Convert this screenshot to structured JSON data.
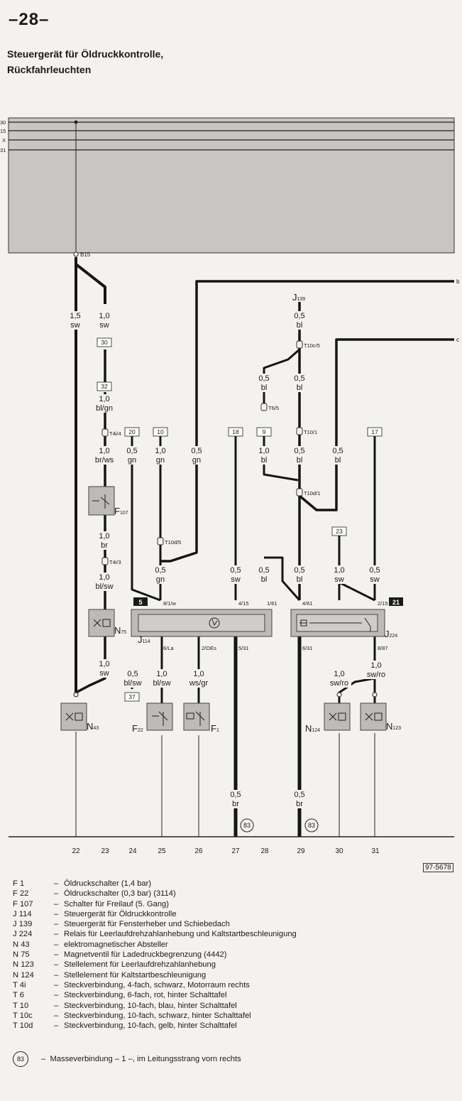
{
  "page_number": "–28–",
  "title": [
    "Steuergerät für Öldruckkontrolle,",
    "Rückfahrleuchten"
  ],
  "ref_code": "97-5678",
  "supply_labels": [
    "30",
    "15",
    "X",
    "31"
  ],
  "fuse_label": "B15",
  "edge_labels": [
    "b",
    "c"
  ],
  "grid_numbers": [
    "22",
    "23",
    "24",
    "25",
    "26",
    "27",
    "28",
    "29",
    "30",
    "31"
  ],
  "ground_marker": "83",
  "relay_numbers": [
    "5",
    "21"
  ],
  "legend": [
    {
      "code": "F 1",
      "text": "Öldruckschalter (1,4 bar)"
    },
    {
      "code": "F 22",
      "text": "Öldruckschalter (0,3 bar) (3114)"
    },
    {
      "code": "F 107",
      "text": "Schalter für Freilauf (5. Gang)"
    },
    {
      "code": "J 114",
      "text": "Steuergerät für Öldruckkontrolle"
    },
    {
      "code": "J 139",
      "text": "Steuergerät für Fensterheber und Schiebedach"
    },
    {
      "code": "J 224",
      "text": "Relais für Leerlaufdrehzahlanhebung und Kaltstartbeschleunigung"
    },
    {
      "code": "N 43",
      "text": "elektromagnetischer Absteller"
    },
    {
      "code": "N 75",
      "text": "Magnetventil für Ladedruckbegrenzung (4442)"
    },
    {
      "code": "N 123",
      "text": "Stellelement für Leerlaufdrehzahlanhebung"
    },
    {
      "code": "N 124",
      "text": "Stellelement für Kaltstartbeschleunigung"
    },
    {
      "code": "T 4i",
      "text": "Steckverbindung, 4-fach, schwarz, Motorraum rechts"
    },
    {
      "code": "T 6",
      "text": "Steckverbindung, 6-fach, rot, hinter Schalttafel"
    },
    {
      "code": "T 10",
      "text": "Steckverbindung, 10-fach, blau, hinter Schalttafel"
    },
    {
      "code": "T 10c",
      "text": "Steckverbindung, 10-fach, schwarz, hinter Schalttafel"
    },
    {
      "code": "T 10d",
      "text": "Steckverbindung, 10-fach, gelb, hinter Schalttafel"
    }
  ],
  "ground_note": "Masseverbindung – 1 –, im Leitungsstrang vorn rechts",
  "components": [
    {
      "id": "F107",
      "label": "F",
      "sub": "107"
    },
    {
      "id": "N75",
      "label": "N",
      "sub": "75"
    },
    {
      "id": "J114",
      "label": "J",
      "sub": "114"
    },
    {
      "id": "J224",
      "label": "J",
      "sub": "224"
    },
    {
      "id": "J139",
      "label": "J",
      "sub": "139"
    },
    {
      "id": "N43",
      "label": "N",
      "sub": "43"
    },
    {
      "id": "F22",
      "label": "F",
      "sub": "22"
    },
    {
      "id": "F1",
      "label": "F",
      "sub": "1"
    },
    {
      "id": "N124",
      "label": "N",
      "sub": "124"
    },
    {
      "id": "N123",
      "label": "N",
      "sub": "123"
    }
  ],
  "wire_labels": [
    {
      "id": "w1",
      "size": "1,5",
      "color": "sw"
    },
    {
      "id": "w2",
      "size": "1,0",
      "color": "sw"
    },
    {
      "id": "w3",
      "size": "1,0",
      "color": "bl/gn"
    },
    {
      "id": "w4",
      "size": "1,0",
      "color": "br/ws"
    },
    {
      "id": "w5",
      "size": "1,0",
      "color": "br"
    },
    {
      "id": "w6",
      "size": "1,0",
      "color": "bl/sw"
    },
    {
      "id": "w7",
      "size": "1,0",
      "color": "sw"
    },
    {
      "id": "w8",
      "size": "0,5",
      "color": "gn"
    },
    {
      "id": "w9",
      "size": "1,0",
      "color": "gn"
    },
    {
      "id": "w10",
      "size": "0,5",
      "color": "gn"
    },
    {
      "id": "w11",
      "size": "0,5",
      "color": "gn"
    },
    {
      "id": "w12",
      "size": "0,5",
      "color": "sw"
    },
    {
      "id": "w13",
      "size": "1,0",
      "color": "bl"
    },
    {
      "id": "w14",
      "size": "0,5",
      "color": "bl"
    },
    {
      "id": "w15",
      "size": "0,5",
      "color": "bl"
    },
    {
      "id": "w16",
      "size": "0,5",
      "color": "bl"
    },
    {
      "id": "w17",
      "size": "0,5",
      "color": "bl"
    },
    {
      "id": "w18",
      "size": "0,5",
      "color": "bl"
    },
    {
      "id": "w19",
      "size": "0,5",
      "color": "bl"
    },
    {
      "id": "w20",
      "size": "0,5",
      "color": "bl"
    },
    {
      "id": "w21",
      "size": "1,0",
      "color": "sw"
    },
    {
      "id": "w22",
      "size": "0,5",
      "color": "sw"
    },
    {
      "id": "w23",
      "size": "0,5",
      "color": "bl/sw"
    },
    {
      "id": "w24",
      "size": "1,0",
      "color": "bl/sw"
    },
    {
      "id": "w25",
      "size": "1,0",
      "color": "ws/gr"
    },
    {
      "id": "w26",
      "size": "1,0",
      "color": "sw/ro"
    },
    {
      "id": "w27",
      "size": "1,0",
      "color": "sw/ro"
    },
    {
      "id": "w28",
      "size": "0,5",
      "color": "br"
    },
    {
      "id": "w29",
      "size": "0,5",
      "color": "br"
    }
  ],
  "connector_tags": [
    "30",
    "32",
    "20",
    "10",
    "18",
    "9",
    "17",
    "23",
    "37"
  ],
  "pin_labels": [
    "T4i/4",
    "T4i/3",
    "T10d/5",
    "T10c/5",
    "T6/5",
    "T10/1",
    "T10d/1",
    "8/1/w",
    "4/15",
    "1/61",
    "4/61",
    "2/15",
    "6/La",
    "2/OEs",
    "5/31",
    "6/31",
    "8/87"
  ]
}
